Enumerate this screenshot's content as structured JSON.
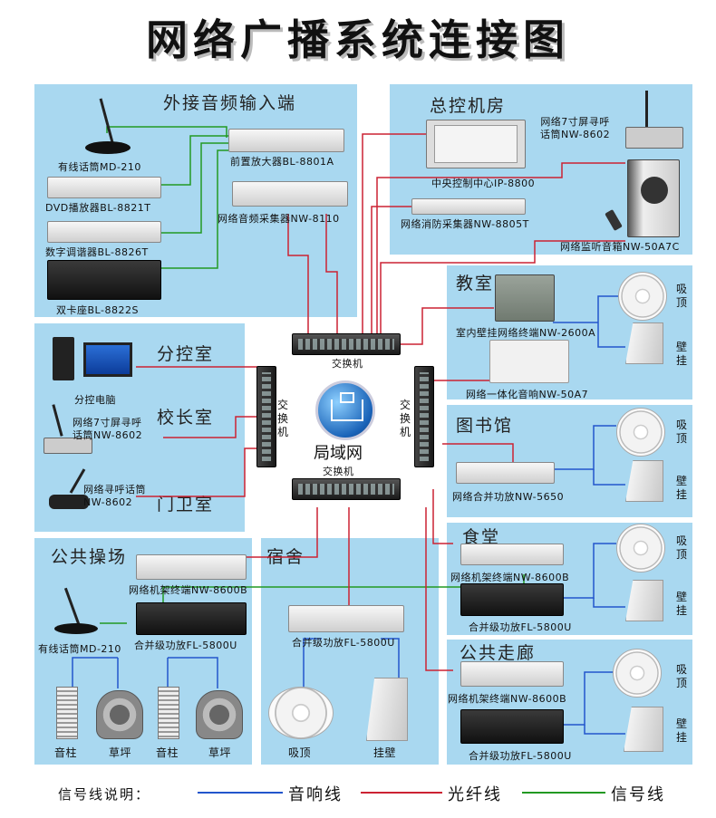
{
  "title": "网络广播系统连接图",
  "panels": {
    "ext_audio": "外接音频输入端",
    "control_room": "总控机房",
    "classroom": "教室",
    "branch": "分控室",
    "principal": "校长室",
    "gate": "门卫室",
    "library": "图书馆",
    "canteen": "食堂",
    "playground": "公共操场",
    "dorm": "宿舍",
    "corridor": "公共走廊"
  },
  "devices": {
    "mic_md210": "有线话筒MD-210",
    "dvd": "DVD播放器BL-8821T",
    "tuner": "数字调谐器BL-8826T",
    "cassette": "双卡座BL-8822S",
    "preamp": "前置放大器BL-8801A",
    "collector": "网络音频采集器NW-8110",
    "ip8800": "中央控制中心IP-8800",
    "fire": "网络消防采集器NW-8805T",
    "pager_top": "网络7寸屏寻呼\n话筒NW-8602",
    "monitor": "网络监听音箱NW-50A7C",
    "wall_term": "室内壁挂网络终端NW-2600A",
    "integrated": "网络一体化音响NW-50A7",
    "pc": "分控电脑",
    "pager_mid": "网络7寸屏寻呼\n话筒NW-8602",
    "pager_gate": "网络寻呼话筒\nNW-8602",
    "lib_amp": "网络合并功放NW-5650",
    "canteen_rack": "网络机架终端NW-8600B",
    "canteen_amp": "合并级功放FL-5800U",
    "play_rack": "网络机架终端NW-8600B",
    "play_amp": "合并级功放FL-5800U",
    "play_mic": "有线话筒MD-210",
    "dorm_amp": "合并级功放FL-5800U",
    "corr_rack": "网络机架终端NW-8600B",
    "corr_amp": "合并级功放FL-5800U"
  },
  "switch_label": "交换机",
  "lan_label": "局域网",
  "speakers": {
    "ceiling": "吸顶",
    "wall": "壁挂",
    "column": "音柱",
    "lawn": "草坪",
    "ceiling_full": "吸顶",
    "wall_full": "挂壁"
  },
  "legend": {
    "title": "信号线说明：",
    "audio": "音响线",
    "fiber": "光纤线",
    "signal": "信号线"
  },
  "colors": {
    "audio": "#2255cc",
    "fiber": "#cc2233",
    "signal": "#229922",
    "panel": "#a9d8f0"
  }
}
